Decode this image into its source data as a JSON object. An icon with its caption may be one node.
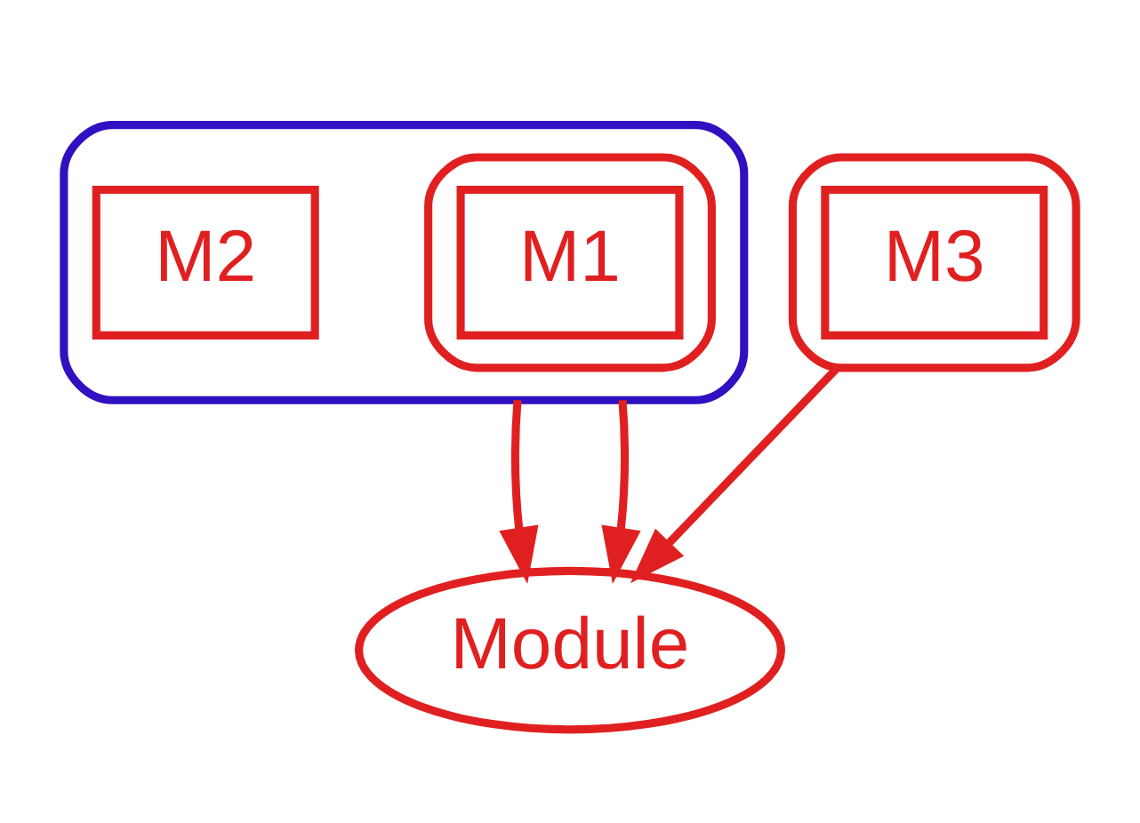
{
  "diagram": {
    "nodes": [
      {
        "text": [],
        "shape": "cloud"
      },
      {
        "text": [],
        "shape": "cloud",
        "in": 0
      },
      {
        "text": [
          "M1"
        ],
        "in": 1
      },
      {
        "text": [
          "M2"
        ],
        "in": 0
      },
      {
        "text": [],
        "shape": "cloud"
      },
      {
        "text": [
          "M3"
        ],
        "in": 4
      },
      {
        "text": [
          "Module"
        ]
      }
    ],
    "edges": [
      {
        "from": 0,
        "to": 6,
        "arrow": "to"
      },
      {
        "from": 0,
        "to": 6,
        "arrow": "to"
      },
      {
        "from": 4,
        "to": 6,
        "arrow": "to"
      }
    ]
  }
}
